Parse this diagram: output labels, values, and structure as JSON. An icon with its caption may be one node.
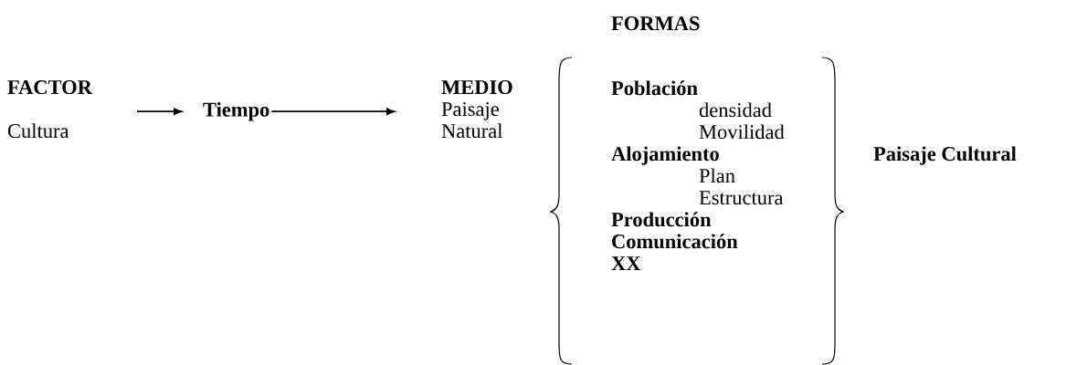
{
  "diagram": {
    "nodes": [
      {
        "text": [
          "FACTOR",
          "Cultura"
        ]
      },
      {
        "text": [
          "Tiempo"
        ]
      },
      {
        "text": [
          "MEDIO",
          "Paisaje Natural"
        ]
      }
    ],
    "edges": [
      {
        "from": 0,
        "to": 1,
        "arrow": "to"
      },
      {
        "from": 1,
        "to": 2,
        "arrow": "to"
      }
    ],
    "labels": [
      "FORMAS",
      "Población",
      "densidad",
      "Movilidad",
      "Alojamiento",
      "Plan",
      "Estructura",
      "Producción",
      "Comunicación",
      "XX",
      "Paisaje Cultural"
    ]
  }
}
